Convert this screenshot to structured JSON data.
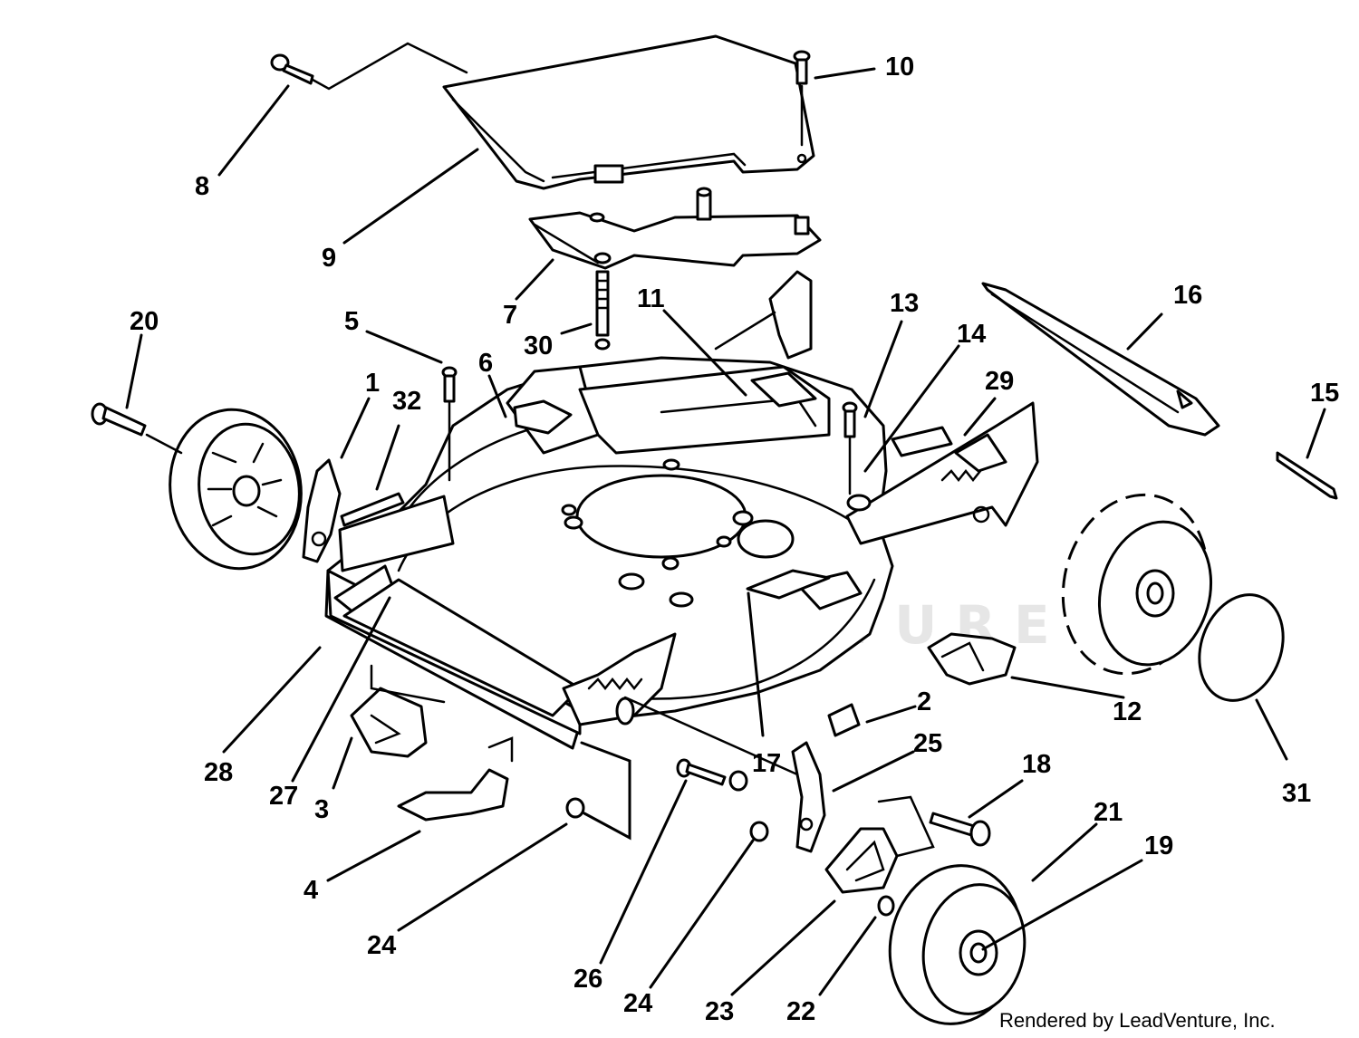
{
  "watermark": "LEADVENTURE",
  "credit": "Rendered by LeadVenture, Inc.",
  "callouts": [
    {
      "id": "c1",
      "label": "1"
    },
    {
      "id": "c2",
      "label": "2"
    },
    {
      "id": "c3",
      "label": "3"
    },
    {
      "id": "c4",
      "label": "4"
    },
    {
      "id": "c5",
      "label": "5"
    },
    {
      "id": "c6",
      "label": "6"
    },
    {
      "id": "c7",
      "label": "7"
    },
    {
      "id": "c8",
      "label": "8"
    },
    {
      "id": "c9",
      "label": "9"
    },
    {
      "id": "c10",
      "label": "10"
    },
    {
      "id": "c11",
      "label": "11"
    },
    {
      "id": "c12",
      "label": "12"
    },
    {
      "id": "c13",
      "label": "13"
    },
    {
      "id": "c14",
      "label": "14"
    },
    {
      "id": "c15",
      "label": "15"
    },
    {
      "id": "c16",
      "label": "16"
    },
    {
      "id": "c17",
      "label": "17"
    },
    {
      "id": "c18",
      "label": "18"
    },
    {
      "id": "c19",
      "label": "19"
    },
    {
      "id": "c20",
      "label": "20"
    },
    {
      "id": "c21",
      "label": "21"
    },
    {
      "id": "c22",
      "label": "22"
    },
    {
      "id": "c23",
      "label": "23"
    },
    {
      "id": "c24a",
      "label": "24"
    },
    {
      "id": "c24b",
      "label": "24"
    },
    {
      "id": "c25",
      "label": "25"
    },
    {
      "id": "c26",
      "label": "26"
    },
    {
      "id": "c27",
      "label": "27"
    },
    {
      "id": "c28",
      "label": "28"
    },
    {
      "id": "c29",
      "label": "29"
    },
    {
      "id": "c30",
      "label": "30"
    },
    {
      "id": "c31",
      "label": "31"
    },
    {
      "id": "c32",
      "label": "32"
    }
  ]
}
